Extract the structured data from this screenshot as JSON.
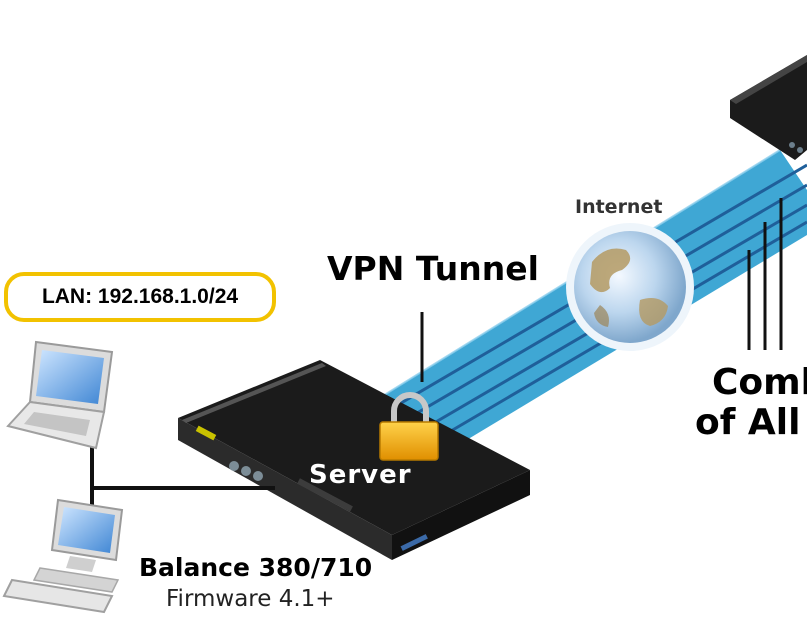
{
  "lan_label": "LAN: 192.168.1.0/24",
  "vpn_label": "VPN Tunnel",
  "internet_label": "Internet",
  "server_label": "Server",
  "combined_label_line1": "Comb",
  "combined_label_line2": "of All I",
  "device_model": "Balance 380/710",
  "device_firmware": "Firmware 4.1+",
  "colors": {
    "tunnel": "#3fa7d4",
    "tunnel_stripe": "#1f5f9a",
    "lan_border": "#f2c200",
    "router_body": "#1b1b1b",
    "lock": "#f0a800"
  },
  "icons": [
    "laptop-icon",
    "desktop-computer-icon",
    "router-icon",
    "globe-icon",
    "padlock-icon"
  ]
}
